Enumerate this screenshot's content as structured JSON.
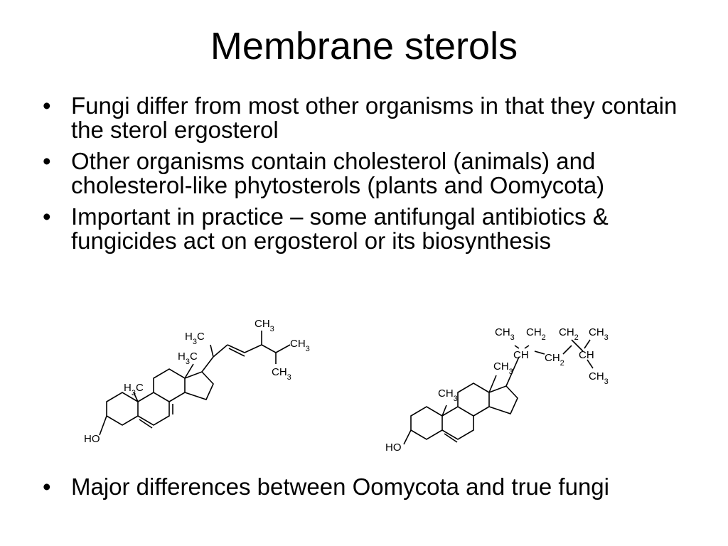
{
  "slide": {
    "title": "Membrane sterols",
    "bullets": [
      "Fungi differ from most other organisms in that they contain the sterol ergosterol",
      "Other organisms contain cholesterol (animals) and cholesterol-like phytosterols (plants and Oomycota)",
      "Important in practice – some antifungal antibiotics & fungicides act on ergosterol or its biosynthesis"
    ],
    "bottom_bullets": [
      "Major differences between Oomycota and true fungi"
    ]
  },
  "ergosterol_labels": {
    "ch3_top": "CH3",
    "h3c_side": "H3C",
    "ch3_right": "CH3",
    "ch3_lower": "CH3",
    "h3c_c13": "H3C",
    "h3c_c10": "H3C",
    "ho": "HO"
  },
  "cholesterol_labels": {
    "chain_top": [
      "CH3",
      "CH2",
      "CH2",
      "CH3"
    ],
    "ch_left": "CH",
    "ch2_mid": "CH2",
    "ch_right": "CH",
    "ch3_end": "CH3",
    "ch3_c13": "CH3",
    "ch3_c10": "CH3",
    "ho": "HO"
  }
}
